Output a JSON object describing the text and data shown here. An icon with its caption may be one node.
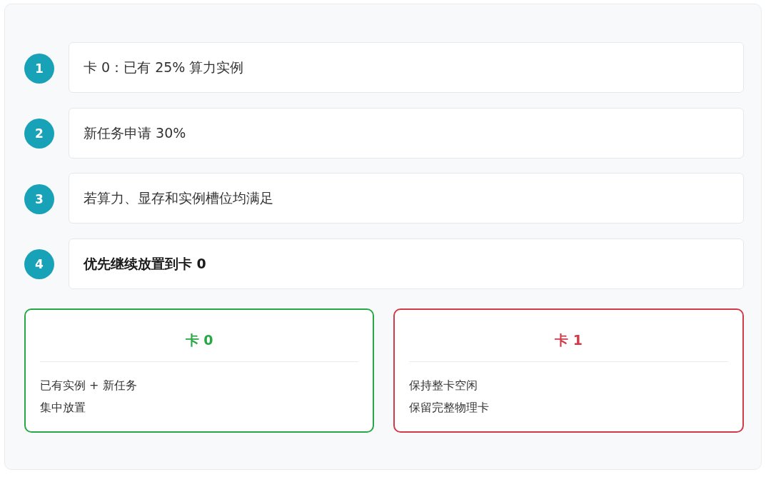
{
  "diagram": {
    "nodes": [
      {
        "text": [
          "1"
        ]
      },
      {
        "text": [
          "卡 0：已有 25% 算力实例"
        ]
      },
      {
        "text": [
          "2"
        ]
      },
      {
        "text": [
          "新任务申请 30%"
        ]
      },
      {
        "text": [
          "3"
        ]
      },
      {
        "text": [
          "若算力、显存和实例槽位均满足"
        ]
      },
      {
        "text": [
          "4"
        ]
      },
      {
        "text": [
          "优先继续放置到卡 0"
        ]
      },
      {
        "text": [
          "卡 0",
          "已有实例 + 新任务",
          "集中放置"
        ]
      },
      {
        "text": [
          "卡 1",
          "保持整卡空闲",
          "保留完整物理卡"
        ]
      }
    ]
  }
}
